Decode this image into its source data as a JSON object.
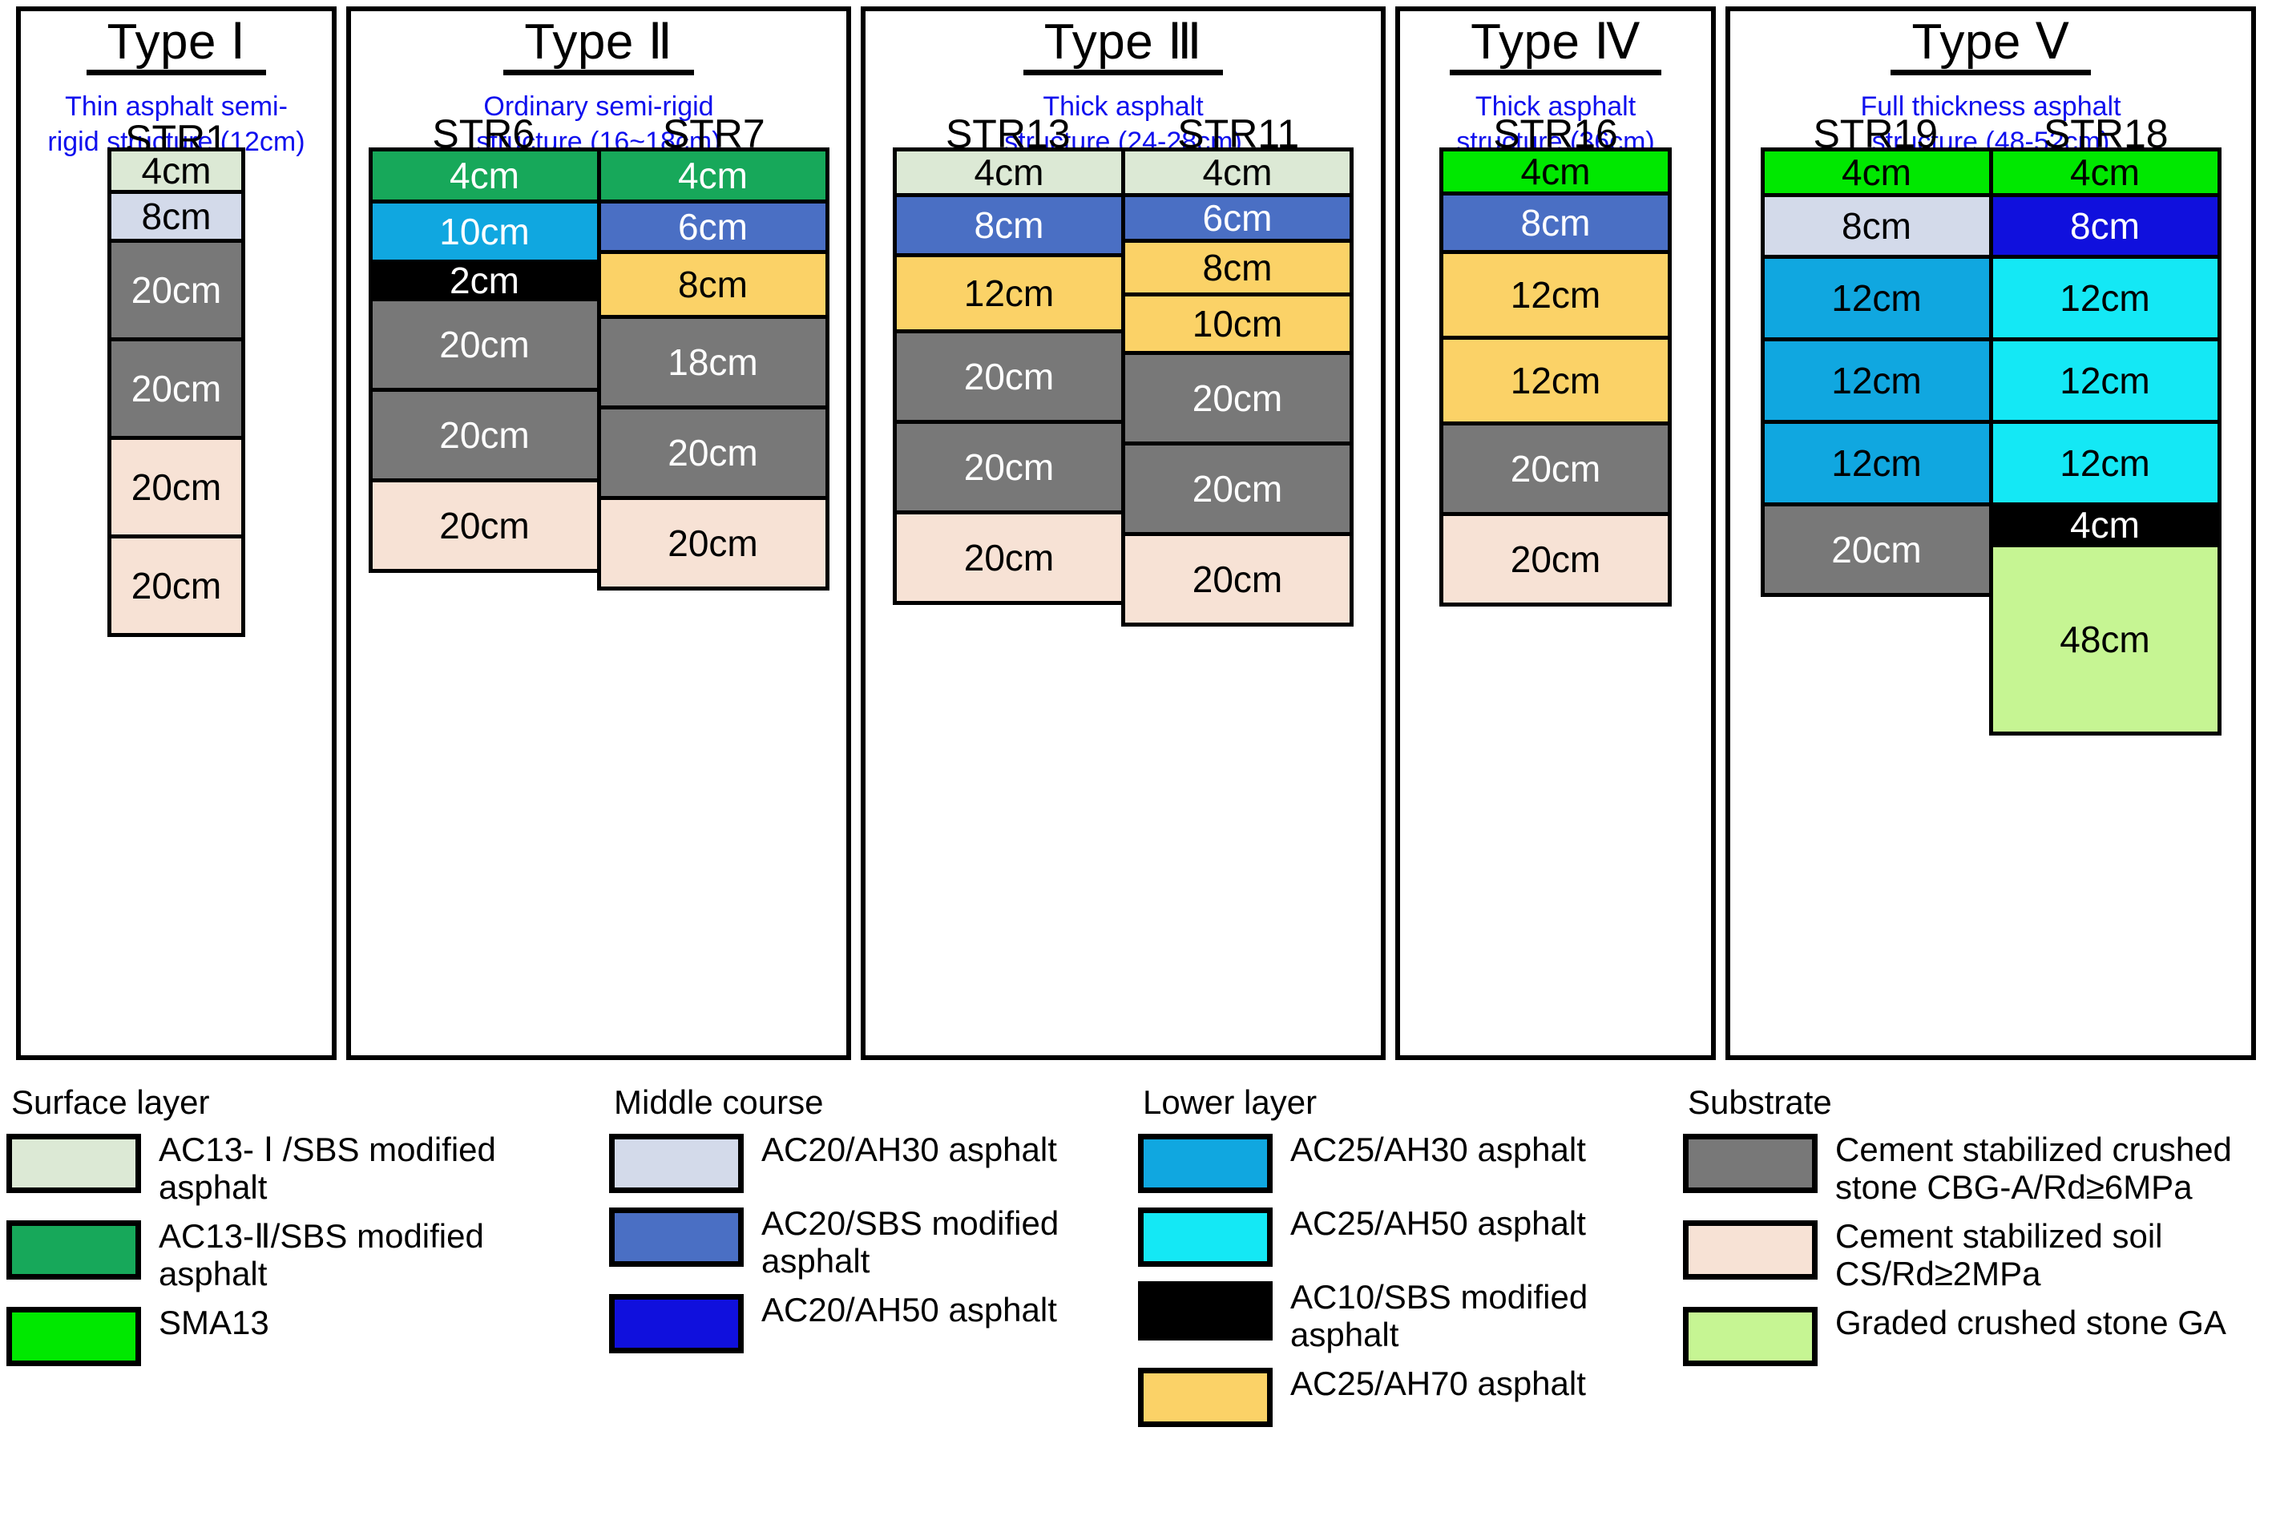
{
  "colors": {
    "ac13_1_sbs": "#DCE9D5",
    "ac13_2_sbs": "#17A85A",
    "sma13": "#00E800",
    "ac20_ah30": "#D3DAEA",
    "ac20_sbs": "#4A6FC4",
    "ac20_ah50": "#1010DD",
    "ac25_ah30": "#10A7E0",
    "ac25_ah50": "#14E8F5",
    "ac10_sbs": "#000000",
    "ac25_ah70": "#FBD267",
    "cbg_a": "#787878",
    "cs_soil": "#F7E2D5",
    "graded_ga": "#C6F593",
    "subtitle_blue": "#1010EE",
    "outline": "#000000"
  },
  "panels": [
    {
      "title": "Type Ⅰ",
      "subtitle": "Thin asphalt semi-\nrigid structure (12cm)",
      "columns": [
        {
          "name": "STR1",
          "layers": [
            {
              "label": "4cm",
              "fill": "ac13_1_sbs",
              "text": "dark"
            },
            {
              "label": "8cm",
              "fill": "ac20_ah30",
              "text": "dark"
            },
            {
              "label": "20cm",
              "fill": "cbg_a",
              "text": "light"
            },
            {
              "label": "20cm",
              "fill": "cbg_a",
              "text": "light"
            },
            {
              "label": "20cm",
              "fill": "cs_soil",
              "text": "dark"
            },
            {
              "label": "20cm",
              "fill": "cs_soil",
              "text": "dark"
            }
          ]
        }
      ]
    },
    {
      "title": "Type Ⅱ",
      "subtitle": "Ordinary semi-rigid\nstructure (16~18cm)",
      "columns": [
        {
          "name": "STR6",
          "layers": [
            {
              "label": "4cm",
              "fill": "ac13_2_sbs",
              "text": "light"
            },
            {
              "label": "10cm",
              "fill": "ac25_ah30",
              "text": "light"
            },
            {
              "label": "2cm",
              "fill": "ac10_sbs",
              "text": "light"
            },
            {
              "label": "20cm",
              "fill": "cbg_a",
              "text": "light"
            },
            {
              "label": "20cm",
              "fill": "cbg_a",
              "text": "light"
            },
            {
              "label": "20cm",
              "fill": "cs_soil",
              "text": "dark"
            }
          ]
        },
        {
          "name": "STR7",
          "layers": [
            {
              "label": "4cm",
              "fill": "ac13_2_sbs",
              "text": "light"
            },
            {
              "label": "6cm",
              "fill": "ac20_sbs",
              "text": "light"
            },
            {
              "label": "8cm",
              "fill": "ac25_ah70",
              "text": "dark"
            },
            {
              "label": "18cm",
              "fill": "cbg_a",
              "text": "light"
            },
            {
              "label": "20cm",
              "fill": "cbg_a",
              "text": "light"
            },
            {
              "label": "20cm",
              "fill": "cs_soil",
              "text": "dark"
            }
          ]
        }
      ]
    },
    {
      "title": "Type Ⅲ",
      "subtitle": "Thick asphalt\nstructure (24-28cm)",
      "columns": [
        {
          "name": "STR13",
          "layers": [
            {
              "label": "4cm",
              "fill": "ac13_1_sbs",
              "text": "dark"
            },
            {
              "label": "8cm",
              "fill": "ac20_sbs",
              "text": "light"
            },
            {
              "label": "12cm",
              "fill": "ac25_ah70",
              "text": "dark"
            },
            {
              "label": "20cm",
              "fill": "cbg_a",
              "text": "light"
            },
            {
              "label": "20cm",
              "fill": "cbg_a",
              "text": "light"
            },
            {
              "label": "20cm",
              "fill": "cs_soil",
              "text": "dark"
            }
          ]
        },
        {
          "name": "STR11",
          "layers": [
            {
              "label": "4cm",
              "fill": "ac13_1_sbs",
              "text": "dark"
            },
            {
              "label": "6cm",
              "fill": "ac20_sbs",
              "text": "light"
            },
            {
              "label": "8cm",
              "fill": "ac25_ah70",
              "text": "dark"
            },
            {
              "label": "10cm",
              "fill": "ac25_ah70",
              "text": "dark"
            },
            {
              "label": "20cm",
              "fill": "cbg_a",
              "text": "light"
            },
            {
              "label": "20cm",
              "fill": "cbg_a",
              "text": "light"
            },
            {
              "label": "20cm",
              "fill": "cs_soil",
              "text": "dark"
            }
          ]
        }
      ]
    },
    {
      "title": "Type Ⅳ",
      "subtitle": "Thick asphalt\nstructure   (36cm)",
      "columns": [
        {
          "name": "STR16",
          "layers": [
            {
              "label": "4cm",
              "fill": "sma13",
              "text": "dark"
            },
            {
              "label": "8cm",
              "fill": "ac20_sbs",
              "text": "light"
            },
            {
              "label": "12cm",
              "fill": "ac25_ah70",
              "text": "dark"
            },
            {
              "label": "12cm",
              "fill": "ac25_ah70",
              "text": "dark"
            },
            {
              "label": "20cm",
              "fill": "cbg_a",
              "text": "light"
            },
            {
              "label": "20cm",
              "fill": "cs_soil",
              "text": "dark"
            }
          ]
        }
      ]
    },
    {
      "title": "Type Ⅴ",
      "subtitle": "Full thickness asphalt\nstructure (48-52cm)",
      "columns": [
        {
          "name": "STR19",
          "layers": [
            {
              "label": "4cm",
              "fill": "sma13",
              "text": "dark"
            },
            {
              "label": "8cm",
              "fill": "ac20_ah30",
              "text": "dark"
            },
            {
              "label": "12cm",
              "fill": "ac25_ah30",
              "text": "dark"
            },
            {
              "label": "12cm",
              "fill": "ac25_ah30",
              "text": "dark"
            },
            {
              "label": "12cm",
              "fill": "ac25_ah30",
              "text": "dark"
            },
            {
              "label": "20cm",
              "fill": "cbg_a",
              "text": "light"
            }
          ]
        },
        {
          "name": "STR18",
          "layers": [
            {
              "label": "4cm",
              "fill": "sma13",
              "text": "dark"
            },
            {
              "label": "8cm",
              "fill": "ac20_ah50",
              "text": "light"
            },
            {
              "label": "12cm",
              "fill": "ac25_ah50",
              "text": "dark"
            },
            {
              "label": "12cm",
              "fill": "ac25_ah50",
              "text": "dark"
            },
            {
              "label": "12cm",
              "fill": "ac25_ah50",
              "text": "dark"
            },
            {
              "label": "4cm",
              "fill": "ac10_sbs",
              "text": "light"
            },
            {
              "label": "48cm",
              "fill": "graded_ga",
              "text": "dark"
            }
          ]
        }
      ]
    }
  ],
  "legend": [
    {
      "title": "Surface layer",
      "items": [
        {
          "label": "AC13- Ⅰ /SBS modified\nasphalt",
          "fill": "ac13_1_sbs"
        },
        {
          "label": "AC13-Ⅱ/SBS modified\nasphalt",
          "fill": "ac13_2_sbs"
        },
        {
          "label": "SMA13",
          "fill": "sma13"
        }
      ]
    },
    {
      "title": "Middle course",
      "items": [
        {
          "label": "AC20/AH30 asphalt",
          "fill": "ac20_ah30"
        },
        {
          "label": "AC20/SBS modified\nasphalt",
          "fill": "ac20_sbs"
        },
        {
          "label": "AC20/AH50 asphalt",
          "fill": "ac20_ah50"
        }
      ]
    },
    {
      "title": "Lower layer",
      "items": [
        {
          "label": "AC25/AH30 asphalt",
          "fill": "ac25_ah30"
        },
        {
          "label": "AC25/AH50 asphalt",
          "fill": "ac25_ah50"
        },
        {
          "label": "AC10/SBS modified\nasphalt",
          "fill": "ac10_sbs"
        },
        {
          "label": "AC25/AH70 asphalt",
          "fill": "ac25_ah70"
        }
      ]
    },
    {
      "title": "Substrate",
      "items": [
        {
          "label": "Cement stabilized crushed\nstone CBG-A/Rd≥6MPa",
          "fill": "cbg_a"
        },
        {
          "label": "Cement stabilized soil\nCS/Rd≥2MPa",
          "fill": "cs_soil"
        },
        {
          "label": "Graded crushed stone GA",
          "fill": "graded_ga"
        }
      ]
    }
  ]
}
